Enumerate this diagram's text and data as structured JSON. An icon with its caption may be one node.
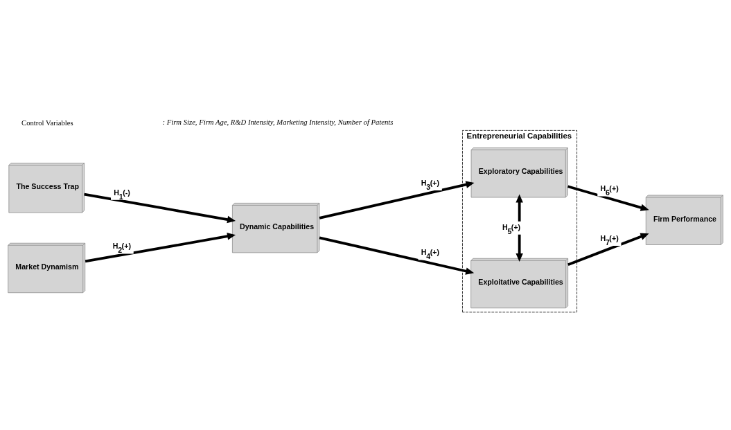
{
  "diagram": {
    "nodes": [
      {
        "text": [
          "The Success Trap"
        ]
      },
      {
        "text": [
          "Market Dynamism"
        ]
      },
      {
        "text": [
          "Dynamic Capabilities"
        ]
      },
      {
        "text": [
          "Entrepreneurial Capabilities"
        ]
      },
      {
        "text": [
          "Exploratory Capabilities"
        ],
        "in": 3
      },
      {
        "text": [
          "Exploitative Capabilities"
        ],
        "in": 3
      },
      {
        "text": [
          "Firm Performance"
        ]
      }
    ],
    "edges": [
      {
        "from": 0,
        "to": 2,
        "arrow": "to",
        "label": "H$_{1}$(-)"
      },
      {
        "from": 1,
        "to": 2,
        "arrow": "to",
        "label": "H$_{2}$(+)"
      },
      {
        "from": 2,
        "to": 4,
        "arrow": "to",
        "label": "H$_{3}$(+)"
      },
      {
        "from": 2,
        "to": 5,
        "arrow": "to",
        "label": "H$_{4}$(+)"
      },
      {
        "from": 4,
        "to": 5,
        "arrow": "both",
        "label": "H$_{5}$(+)"
      },
      {
        "from": 4,
        "to": 6,
        "arrow": "to",
        "label": "H$_{6}$(+)"
      },
      {
        "from": 5,
        "to": 6,
        "arrow": "to",
        "label": "H$_{7}$(+)"
      }
    ],
    "labels": [
      "Control Variables",
      ": Firm Size, Firm Age, R&D Intensity, Marketing Intensity, Number of Patents"
    ]
  }
}
